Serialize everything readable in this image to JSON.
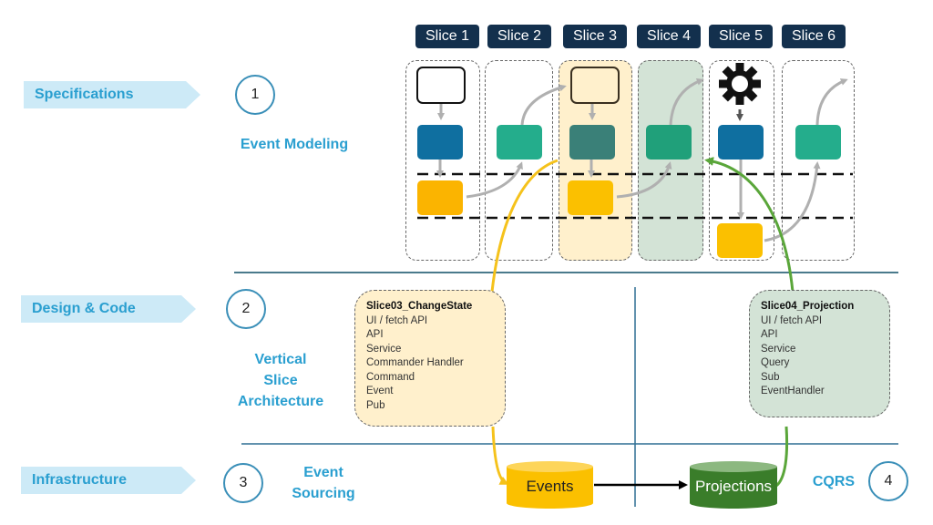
{
  "phases": [
    {
      "label": "Specifications",
      "number": "1",
      "subtitle_lines": [
        "Event Modeling"
      ]
    },
    {
      "label": "Design & Code",
      "number": "2",
      "subtitle_lines": [
        "Vertical",
        "Slice",
        "Architecture"
      ]
    },
    {
      "label": "Infrastructure",
      "number": "3",
      "subtitle_lines": [
        "Event",
        "Sourcing"
      ]
    }
  ],
  "cqrs": {
    "label": "CQRS",
    "number": "4"
  },
  "slices": [
    "Slice 1",
    "Slice 2",
    "Slice 3",
    "Slice 4",
    "Slice 5",
    "Slice 6"
  ],
  "code_boxes": [
    {
      "title": "Slice03_ChangeState",
      "items": [
        "UI / fetch API",
        "API",
        "Service",
        "Commander Handler",
        "Command",
        "Event",
        "Pub"
      ]
    },
    {
      "title": "Slice04_Projection",
      "items": [
        "UI / fetch API",
        "API",
        "Service",
        "Query",
        "Sub",
        "EventHandler"
      ]
    }
  ],
  "stores": {
    "events": "Events",
    "projections": "Projections"
  },
  "colors": {
    "phase_bg": "#cdeaf7",
    "phase_text": "#2a9fd0",
    "slice_label_bg": "#13304d",
    "command_blue": "#0f6fa0",
    "readmodel_green": "#24ad8c",
    "event_orange": "#fbb400",
    "slice3_bg": "#fff0cc",
    "slice4_bg": "#d3e3d6",
    "events_yellow": "#fbc000",
    "projections_green": "#3a7d2a",
    "flow_yellow": "#f5c21b",
    "flow_green": "#5aa63a",
    "divider": "#4a7a8c"
  }
}
